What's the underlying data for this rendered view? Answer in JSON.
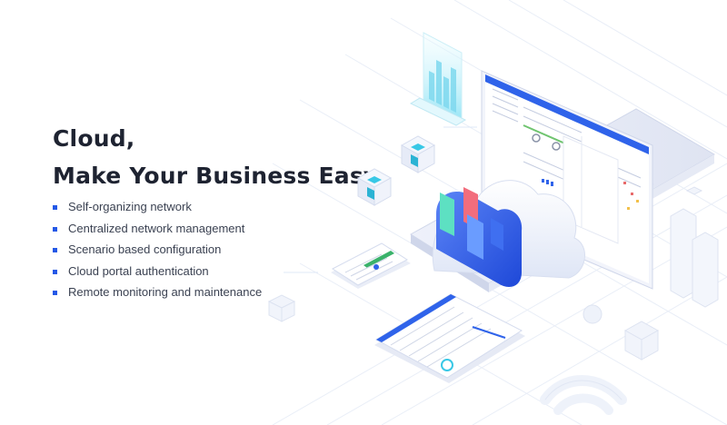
{
  "hero": {
    "headline_line1": "Cloud,",
    "headline_line2": "Make Your Business Easy",
    "features": [
      "Self-organizing network",
      "Centralized network management",
      "Scenario based configuration",
      "Cloud portal authentication",
      "Remote monitoring and maintenance"
    ]
  },
  "colors": {
    "accent": "#2458e6",
    "headline": "#1e2331",
    "body_text": "#3b4252"
  },
  "icons": [
    "square-bullet-icon",
    "laptop-illustration",
    "cloud-icon",
    "cube-icon",
    "phone-illustration",
    "tablet-illustration",
    "wifi-icon",
    "bar-chart-hologram"
  ]
}
